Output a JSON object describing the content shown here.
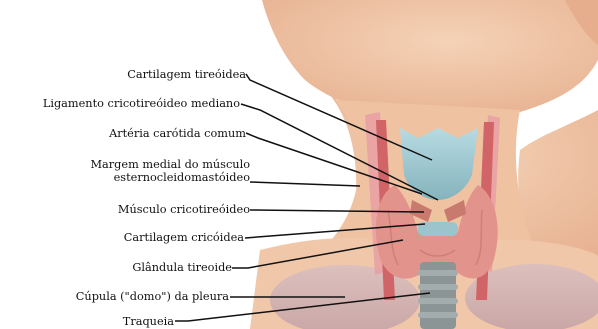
{
  "figure": {
    "labels": [
      {
        "id": "cartilagem-tireoidea",
        "text": "Cartilagem tireóidea"
      },
      {
        "id": "ligamento-cricotireoideo",
        "text": "Ligamento cricotireóideo mediano"
      },
      {
        "id": "arteria-carotida",
        "text": "Artéria carótida comum"
      },
      {
        "id": "margem-medial",
        "text": "Margem medial do músculo esternocleidomastóideo"
      },
      {
        "id": "musculo-cricotireoideo",
        "text": "Músculo cricotireóideo"
      },
      {
        "id": "cartilagem-cricoidea",
        "text": "Cartilagem cricóidea"
      },
      {
        "id": "glandula-tireoide",
        "text": "Glândula tireoide"
      },
      {
        "id": "cupula-pleura",
        "text": "Cúpula (\"domo\") da pleura"
      },
      {
        "id": "traqueia",
        "text": "Traqueia"
      }
    ]
  },
  "colors": {
    "skin": "#f1c7a6",
    "skin_shadow": "#e2a98a",
    "thyroid": "#e3958f",
    "cartilage": "#9cc7cf",
    "artery": "#d2686b",
    "muscle": "#e8a0a4",
    "trachea": "#8e9898",
    "pleura": "#d3b1b1",
    "leader_line": "#111111"
  }
}
